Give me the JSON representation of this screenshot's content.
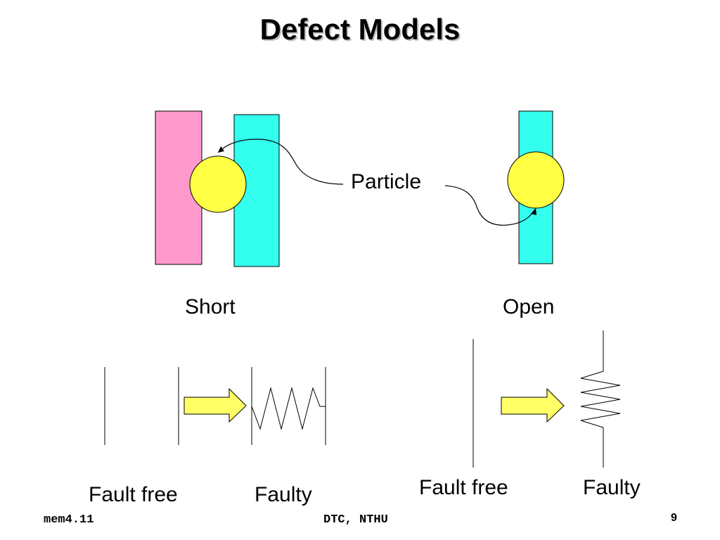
{
  "title": "Defect Models",
  "labels": {
    "particle": "Particle",
    "short": "Short",
    "open": "Open",
    "fault_free_short": "Fault free",
    "faulty_short": "Faulty",
    "fault_free_open": "Fault free",
    "faulty_open": "Faulty"
  },
  "footer": {
    "left": "mem4.11",
    "center": "DTC, NTHU",
    "page": "9"
  },
  "colors": {
    "pink_wire": "#ff99cc",
    "cyan_wire": "#33ffee",
    "particle": "#ffff44",
    "arrow_fill": "#ffff66"
  }
}
